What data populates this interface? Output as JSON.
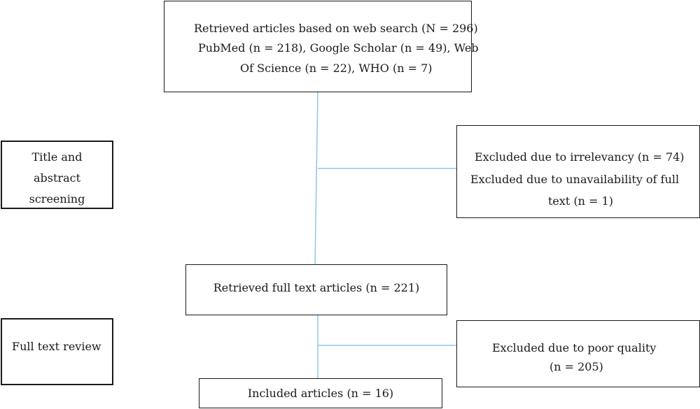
{
  "boxes": {
    "retrieved_search": {
      "line1": "Retrieved articles based on web search (N = 296)",
      "line2": "PubMed (n = 218), Google Scholar (n = 49), Web",
      "line3": "Of Science (n = 22), WHO (n = 7)"
    },
    "excluded_screening": {
      "line1": "Excluded due to irrelevancy (n = 74)",
      "line2": "Excluded due to unavailability of full",
      "line3": "text (n = 1)"
    },
    "retrieved_full_text": {
      "line1": "Retrieved full text articles (n = 221)"
    },
    "excluded_quality": {
      "line1": "Excluded due to poor quality",
      "line2": "(n = 205)"
    },
    "included": {
      "line1": "Included articles (n = 16)"
    }
  },
  "stages": {
    "screening": {
      "line1": "Title and",
      "line2": "abstract",
      "line3": "screening"
    },
    "review": {
      "line1": "Full text review"
    }
  },
  "colors": {
    "connector": "#8ec6e8",
    "border": "#1a1a1a"
  }
}
